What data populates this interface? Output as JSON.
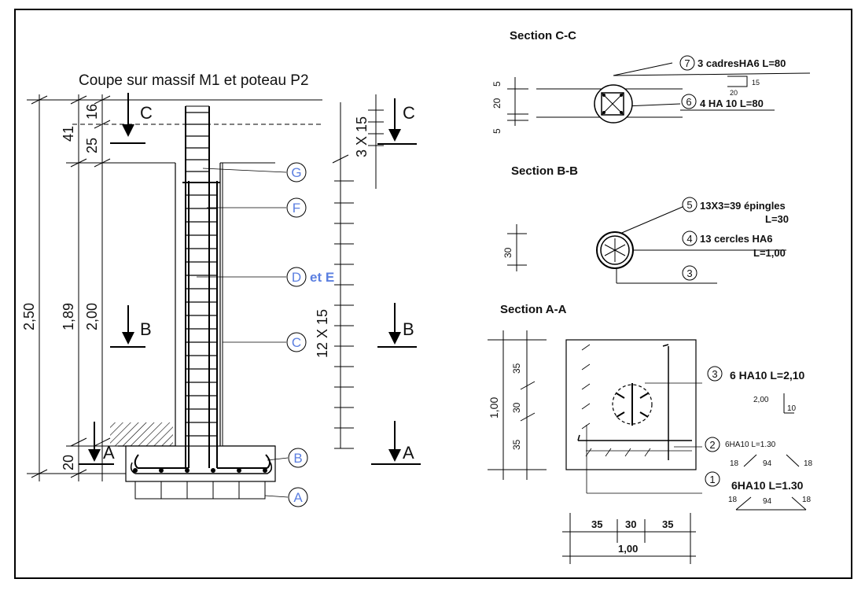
{
  "title": "Coupe sur massif M1 et poteau P2",
  "section_marks": {
    "c": "C",
    "b": "B",
    "a": "A"
  },
  "dimensions_left": {
    "total": "2,50",
    "d41": "41",
    "d16": "16",
    "d25": "25",
    "d189": "1,89",
    "d200": "2,00",
    "d20": "20"
  },
  "spacing": {
    "top": "3 X 15",
    "main": "12 X 15"
  },
  "labels": {
    "a": "A",
    "b": "B",
    "c": "C",
    "d": "D",
    "e_text": "et E",
    "f": "F",
    "g": "G"
  },
  "section_cc": {
    "title": "Section C-C",
    "dims": [
      "5",
      "20",
      "5"
    ],
    "item7": {
      "num": "7",
      "text": "3 cadresHA6 L=80",
      "shape_w": "20",
      "shape_h": "15"
    },
    "item6": {
      "num": "6",
      "text": "4 HA 10 L=80"
    }
  },
  "section_bb": {
    "title": "Section B-B",
    "dim": "30",
    "item5": {
      "num": "5",
      "text": "13X3=39 épingles",
      "text2": "L=30"
    },
    "item4": {
      "num": "4",
      "text": "13 cercles HA6",
      "text2": "L=1,00"
    },
    "item3": {
      "num": "3"
    }
  },
  "section_aa": {
    "title": "Section A-A",
    "dims_v": [
      "35",
      "30",
      "35"
    ],
    "total_v": "1,00",
    "item3": {
      "num": "3",
      "text": "6 HA10 L=2,10",
      "d1": "2,00",
      "d2": "10"
    },
    "item2": {
      "num": "2",
      "text": "6HA10 L=1.30",
      "a": "18",
      "b": "94",
      "c": "18"
    },
    "item1": {
      "num": "1",
      "text": "6HA10 L=1.30",
      "a": "18",
      "b": "94",
      "c": "18"
    },
    "dims_h": [
      "35",
      "30",
      "35"
    ],
    "total_h": "1,00"
  }
}
